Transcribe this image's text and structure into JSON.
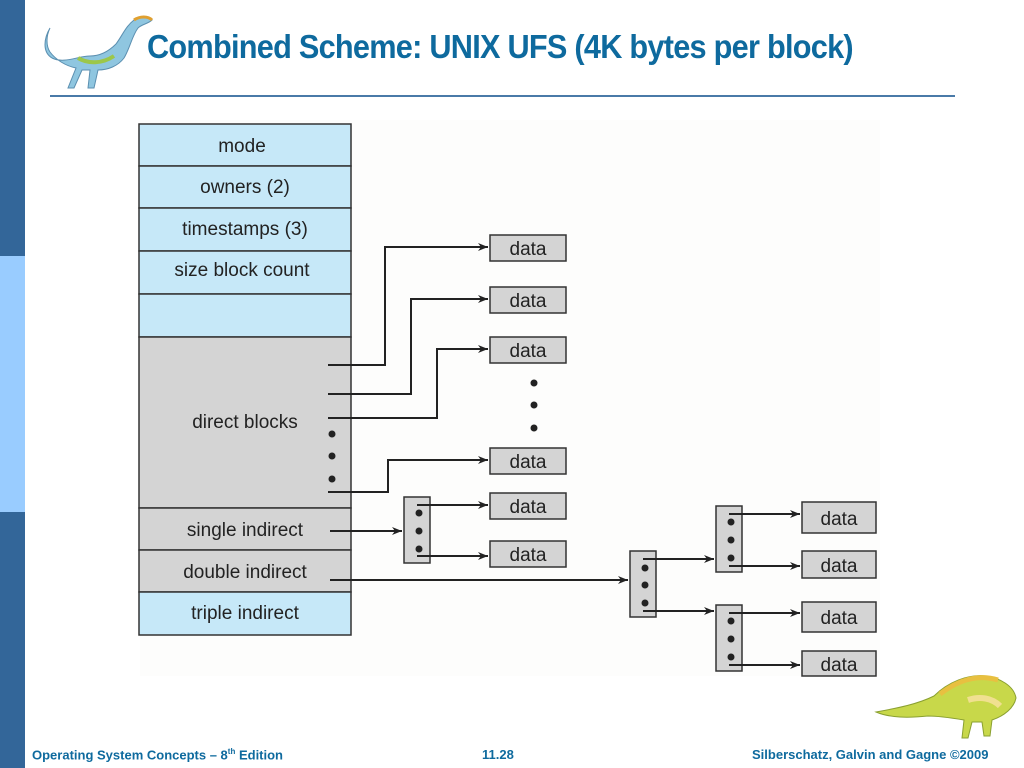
{
  "slide": {
    "title": "Combined Scheme:  UNIX UFS (4K bytes per block)",
    "footer_left_prefix": "Operating System Concepts – 8",
    "footer_left_sup": "th",
    "footer_left_suffix": " Edition",
    "page_number": "11.28",
    "footer_right": "Silberschatz, Galvin and Gagne ©2009",
    "colors": {
      "accent": "#0e6a9e",
      "sidebar_dark": "#336699",
      "sidebar_light": "#99ccff",
      "cell_blue": "#c6e8f8",
      "cell_gray": "#d4d4d4"
    }
  },
  "diagram": {
    "inode_fields": [
      {
        "label": "mode",
        "shade": "blue"
      },
      {
        "label": "owners (2)",
        "shade": "blue"
      },
      {
        "label": "timestamps (3)",
        "shade": "blue"
      },
      {
        "label": "size block count",
        "shade": "blue"
      },
      {
        "label": "",
        "shade": "blue"
      },
      {
        "label": "direct blocks",
        "shade": "gray"
      },
      {
        "label": "single indirect",
        "shade": "gray"
      },
      {
        "label": "double indirect",
        "shade": "gray"
      },
      {
        "label": "triple indirect",
        "shade": "blue"
      }
    ],
    "data_label": "data",
    "icons": {
      "top_left": "dinosaur-logo-icon",
      "bottom_right": "dinosaur-mascot-icon"
    }
  }
}
